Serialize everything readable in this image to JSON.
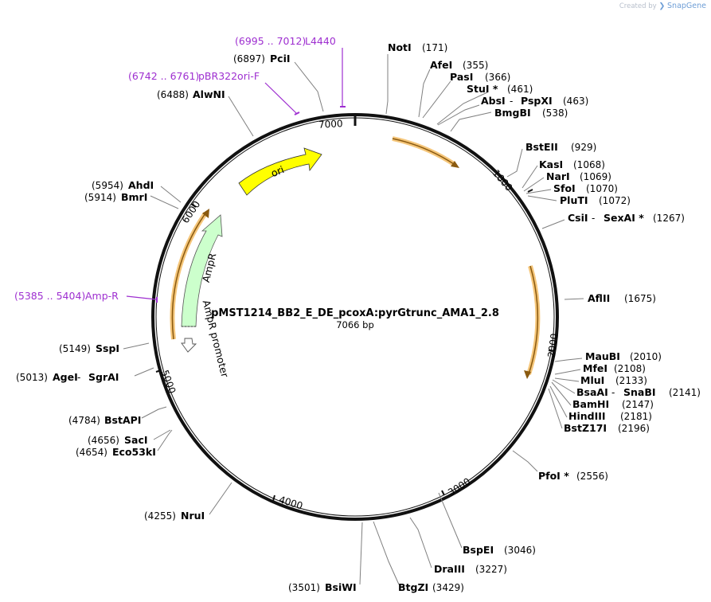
{
  "brand": {
    "created_by": "Created by",
    "name": "SnapGene"
  },
  "plasmid": {
    "name": "pMST1214_BB2_E_DE_pcoxA:pyrGtrunc_AMA1_2.8",
    "size_label": "7066 bp"
  },
  "ticks": [
    "1000",
    "2000",
    "3000",
    "4000",
    "5000",
    "6000",
    "7000"
  ],
  "features": {
    "ori": "ori",
    "ampr": "AmpR",
    "ampr_promoter": "AmpR promoter"
  },
  "primers": [
    {
      "range": "(6995 .. 7012)",
      "name": "L4440"
    },
    {
      "range": "(6742 .. 6761)",
      "name": "pBR322ori-F"
    },
    {
      "range": "(5385 .. 5404)",
      "name": "Amp-R"
    }
  ],
  "enzymes": [
    {
      "name": "NotI",
      "pos": "(171)"
    },
    {
      "name": "AfeI",
      "pos": "(355)"
    },
    {
      "name": "PasI",
      "pos": "(366)"
    },
    {
      "name": "StuI *",
      "pos": "(461)"
    },
    {
      "name": "AbsI",
      "sep": " - ",
      "name2": "PspXI",
      "pos": "(463)"
    },
    {
      "name": "BmgBI",
      "pos": "(538)"
    },
    {
      "name": "BstEII",
      "pos": "(929)"
    },
    {
      "name": "KasI",
      "pos": "(1068)"
    },
    {
      "name": "NarI",
      "pos": "(1069)"
    },
    {
      "name": "SfoI",
      "pos": "(1070)"
    },
    {
      "name": "PluTI",
      "pos": "(1072)"
    },
    {
      "name": "CsiI",
      "sep": " - ",
      "name2": "SexAI *",
      "pos": "(1267)"
    },
    {
      "name": "AflII",
      "pos": "(1675)"
    },
    {
      "name": "MauBI",
      "pos": "(2010)"
    },
    {
      "name": "MfeI",
      "pos": "(2108)"
    },
    {
      "name": "MluI",
      "pos": "(2133)"
    },
    {
      "name": "BsaAI",
      "sep": " - ",
      "name2": "SnaBI",
      "pos": "(2141)"
    },
    {
      "name": "BamHI",
      "pos": "(2147)"
    },
    {
      "name": "HindIII",
      "pos": "(2181)"
    },
    {
      "name": "BstZ17I",
      "pos": "(2196)"
    },
    {
      "name": "PfoI *",
      "pos": "(2556)"
    },
    {
      "name": "BspEI",
      "pos": "(3046)"
    },
    {
      "name": "DraIII",
      "pos": "(3227)"
    },
    {
      "name": "BtgZI",
      "pos": "(3429)"
    },
    {
      "name": "BsiWI",
      "pos": "(3501)"
    },
    {
      "name": "NruI",
      "pos": "(4255)"
    },
    {
      "name": "Eco53kI",
      "pos": "(4654)"
    },
    {
      "name": "SacI",
      "pos": "(4656)"
    },
    {
      "name": "BstAPI",
      "pos": "(4784)"
    },
    {
      "name": "AgeI",
      "sep": " - ",
      "name2": "SgrAI",
      "pos": "(5013)"
    },
    {
      "name": "SspI",
      "pos": "(5149)"
    },
    {
      "name": "BmrI",
      "pos": "(5914)"
    },
    {
      "name": "AhdI",
      "pos": "(5954)"
    },
    {
      "name": "AlwNI",
      "pos": "(6488)"
    },
    {
      "name": "PciI",
      "pos": "(6897)"
    }
  ],
  "colors": {
    "backbone": "#111111",
    "ori": "#ffff00",
    "ampr": "#ccffcc",
    "highlight": "#f5c67a",
    "highlight_core": "#c07a10",
    "primer": "#9e2fd0",
    "leader": "#7f7f7f"
  }
}
